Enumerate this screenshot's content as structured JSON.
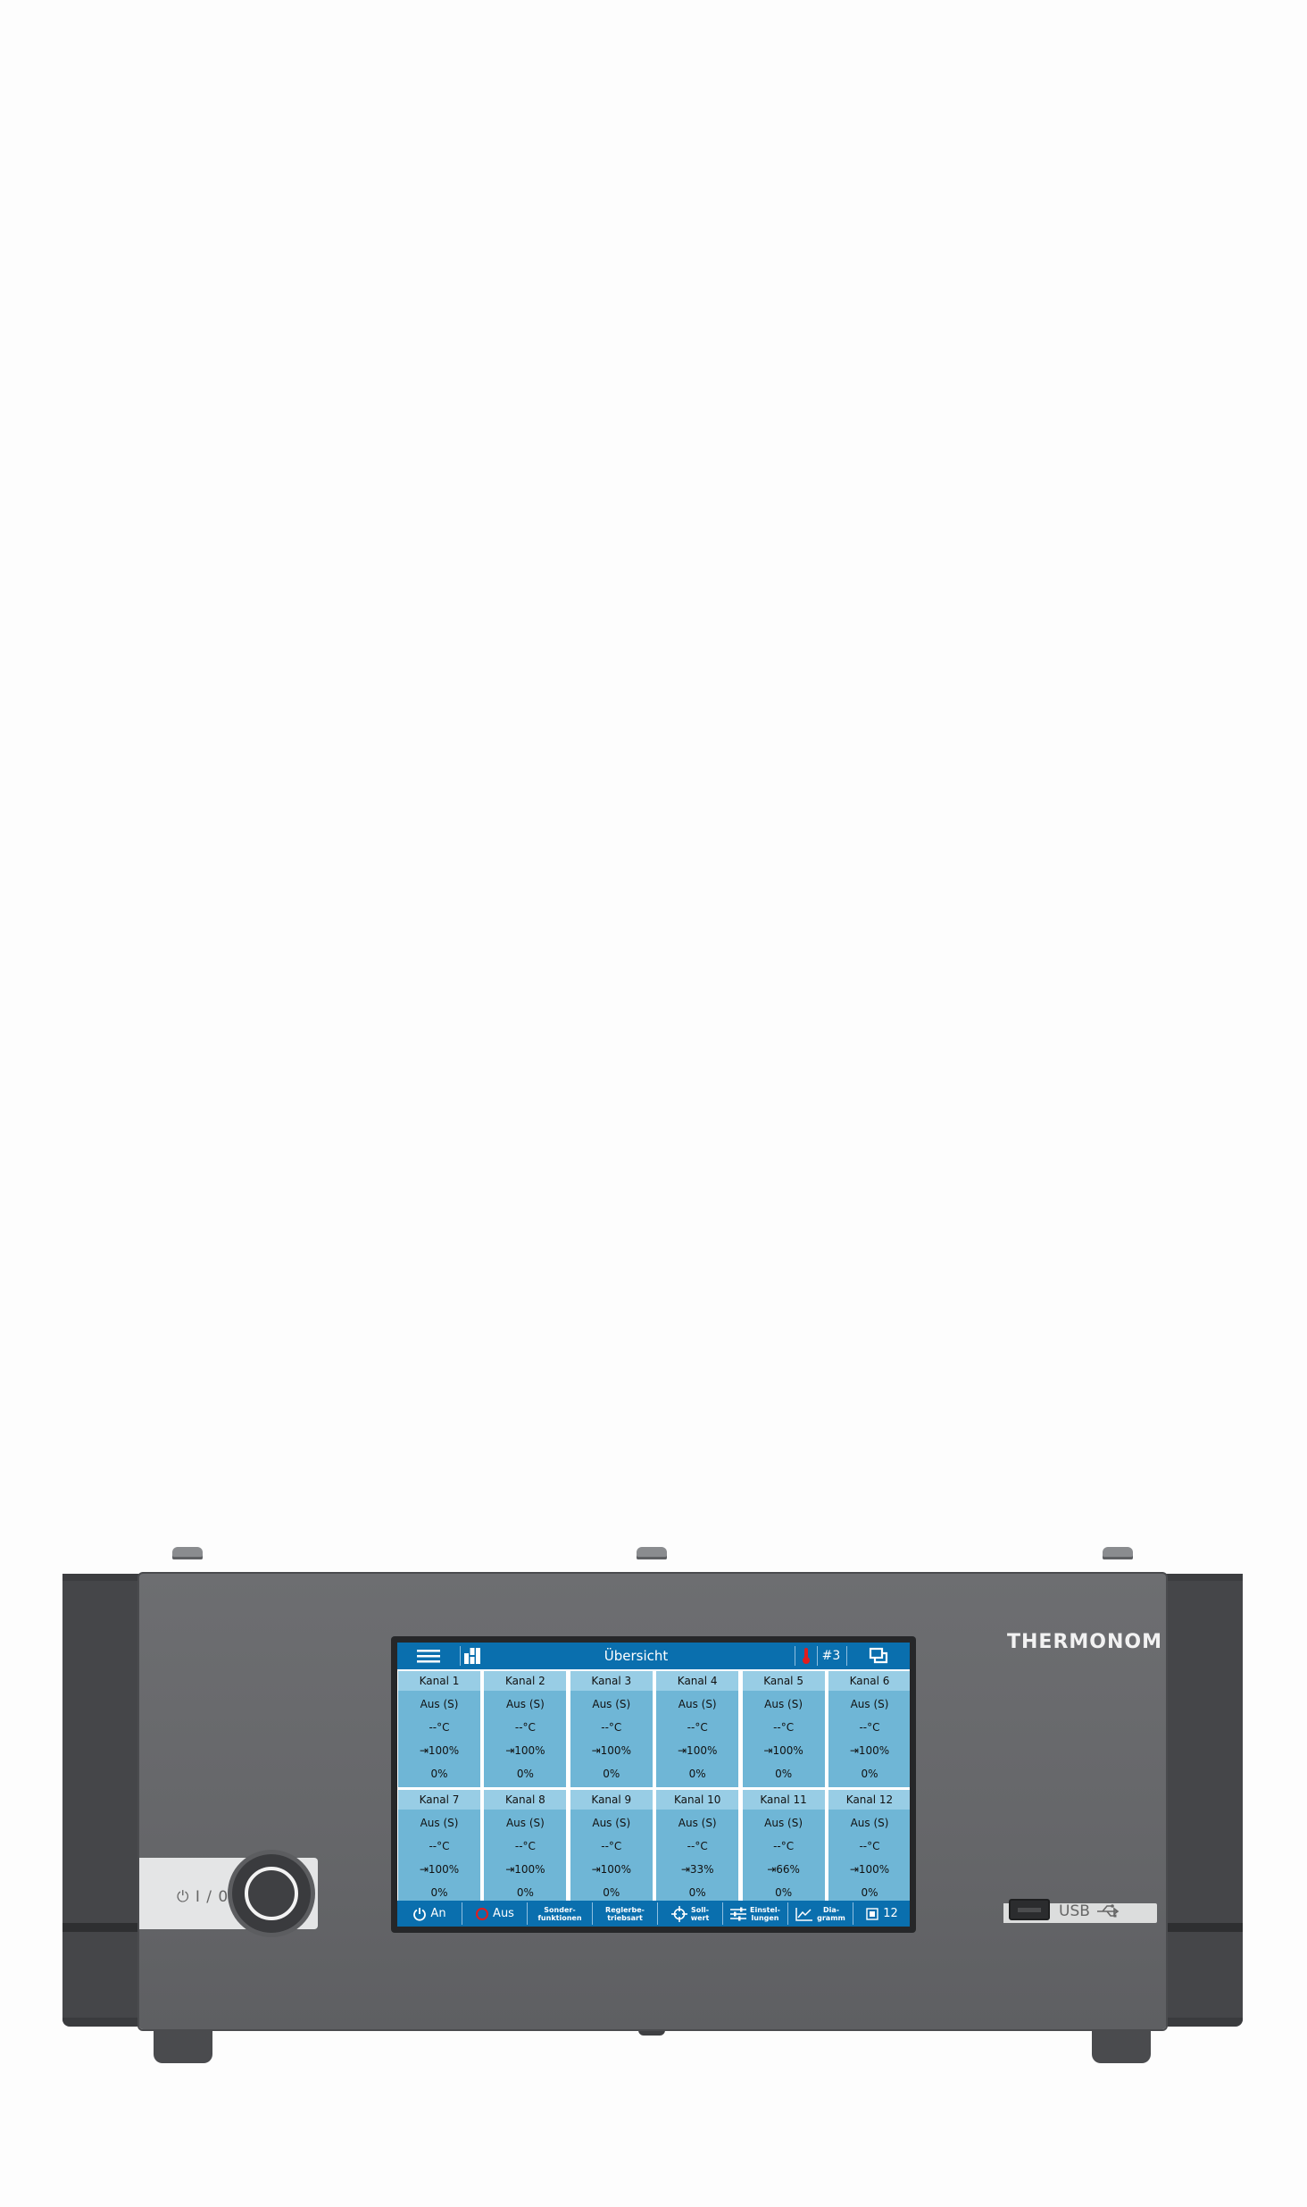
{
  "brand": "THERMONOM",
  "power_label": "⏻ I / 0",
  "usb_label": "USB",
  "topbar": {
    "title": "Übersicht",
    "screen_number": "#3",
    "icons": [
      "hamburger-menu-icon",
      "grid-view-icon",
      "thermometer-icon",
      "window-stack-icon"
    ],
    "accent_color": "#0a6fae",
    "alarm_color": "#e11d1d"
  },
  "channels": [
    {
      "name": "Kanal 1",
      "mode": "Aus (S)",
      "temp": "--°C",
      "limit": "⇥100%",
      "output": "0%"
    },
    {
      "name": "Kanal 2",
      "mode": "Aus (S)",
      "temp": "--°C",
      "limit": "⇥100%",
      "output": "0%"
    },
    {
      "name": "Kanal 3",
      "mode": "Aus (S)",
      "temp": "--°C",
      "limit": "⇥100%",
      "output": "0%"
    },
    {
      "name": "Kanal 4",
      "mode": "Aus (S)",
      "temp": "--°C",
      "limit": "⇥100%",
      "output": "0%"
    },
    {
      "name": "Kanal 5",
      "mode": "Aus (S)",
      "temp": "--°C",
      "limit": "⇥100%",
      "output": "0%"
    },
    {
      "name": "Kanal 6",
      "mode": "Aus (S)",
      "temp": "--°C",
      "limit": "⇥100%",
      "output": "0%"
    },
    {
      "name": "Kanal 7",
      "mode": "Aus (S)",
      "temp": "--°C",
      "limit": "⇥100%",
      "output": "0%"
    },
    {
      "name": "Kanal 8",
      "mode": "Aus (S)",
      "temp": "--°C",
      "limit": "⇥100%",
      "output": "0%"
    },
    {
      "name": "Kanal 9",
      "mode": "Aus (S)",
      "temp": "--°C",
      "limit": "⇥100%",
      "output": "0%"
    },
    {
      "name": "Kanal 10",
      "mode": "Aus (S)",
      "temp": "--°C",
      "limit": "⇥33%",
      "output": "0%"
    },
    {
      "name": "Kanal 11",
      "mode": "Aus (S)",
      "temp": "--°C",
      "limit": "⇥66%",
      "output": "0%"
    },
    {
      "name": "Kanal 12",
      "mode": "Aus (S)",
      "temp": "--°C",
      "limit": "⇥100%",
      "output": "0%"
    }
  ],
  "bottombar": {
    "on_label": "An",
    "off_label": "Aus",
    "special_label": "Sonder-\nfunktionen",
    "mode_label": "Reglerbe-\ntriebsart",
    "setpoint_label": "Soll-\nwert",
    "settings_label": "Einstel-\nlungen",
    "chart_label": "Dia-\ngramm",
    "channel_count": "12"
  }
}
